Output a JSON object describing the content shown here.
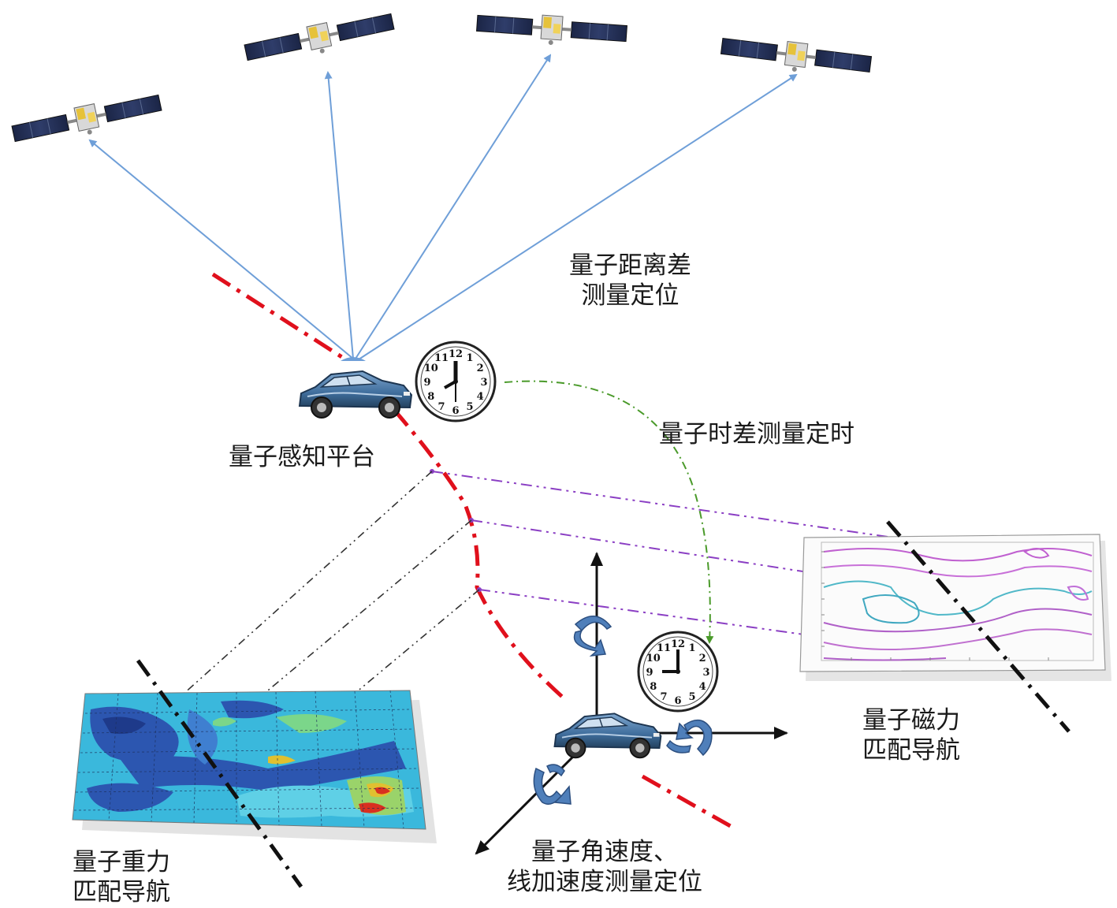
{
  "labels": {
    "distance_positioning": [
      "量子距离差",
      "测量定位"
    ],
    "time_difference_timing": "量子时差测量定时",
    "sensing_platform": "量子感知平台",
    "magnetic_navigation": [
      "量子磁力",
      "匹配导航"
    ],
    "gravity_navigation": [
      "量子重力",
      "匹配导航"
    ],
    "inertial_positioning": [
      "量子角速度、",
      "线加速度测量定位"
    ]
  },
  "clocks": [
    {
      "name": "clock-top",
      "numerals": [
        "12",
        "1",
        "2",
        "3",
        "4",
        "5",
        "6",
        "7",
        "8",
        "9",
        "10",
        "11"
      ]
    },
    {
      "name": "clock-bottom",
      "numerals": [
        "12",
        "1",
        "2",
        "3",
        "4",
        "5",
        "6",
        "7",
        "8",
        "9",
        "10",
        "11"
      ]
    }
  ],
  "colors": {
    "signal_arrow": "#6f9fd8",
    "trajectory": "#e0101c",
    "projection_magnetic": "#8b3fc4",
    "projection_gravity": "#333333",
    "timing_link": "#4a9a2a",
    "axis": "#111111",
    "rotation_arrow": "#4f7fba"
  },
  "icons": {
    "satellite": "satellite-icon",
    "car": "car-icon",
    "clock": "clock-icon",
    "rotation": "rotation-arrow-icon"
  }
}
